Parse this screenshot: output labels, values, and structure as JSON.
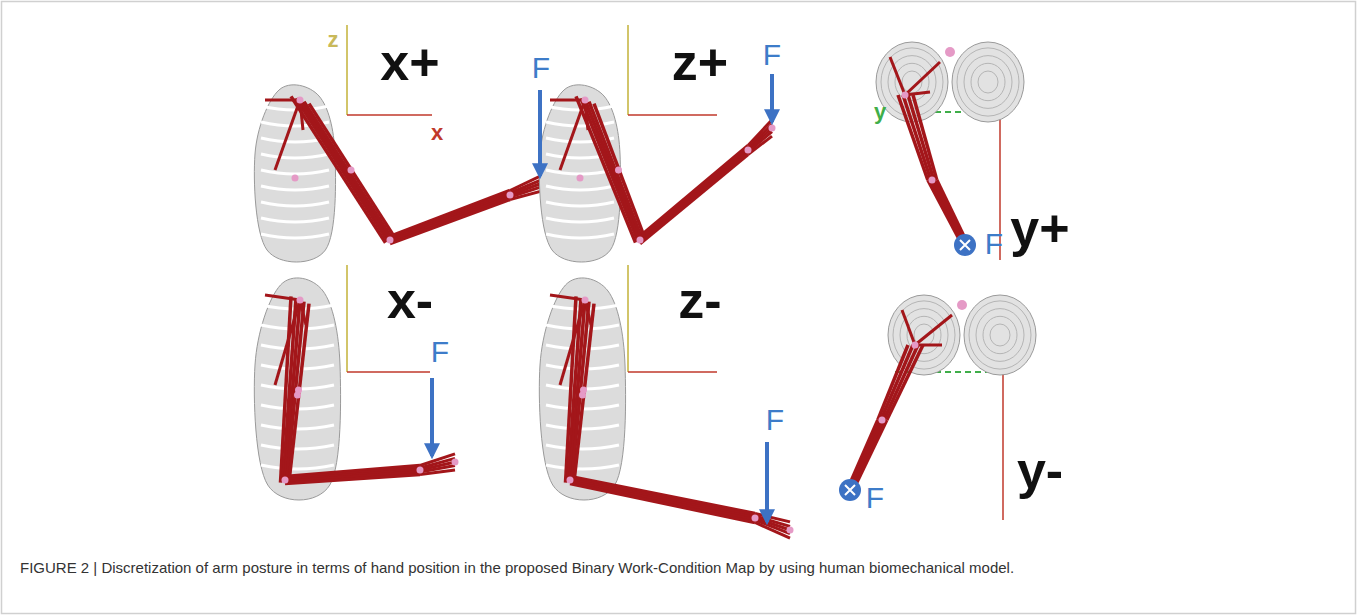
{
  "diagram": {
    "caption": "FIGURE 2 | Discretization of arm posture in terms of hand position in the proposed Binary Work-Condition Map by using human biomechanical model.",
    "labels": [
      "z",
      "x",
      "x+",
      "F",
      "z+",
      "F",
      "y",
      "y+",
      "F",
      "x-",
      "F",
      "z-",
      "F",
      "y-",
      "F"
    ]
  }
}
